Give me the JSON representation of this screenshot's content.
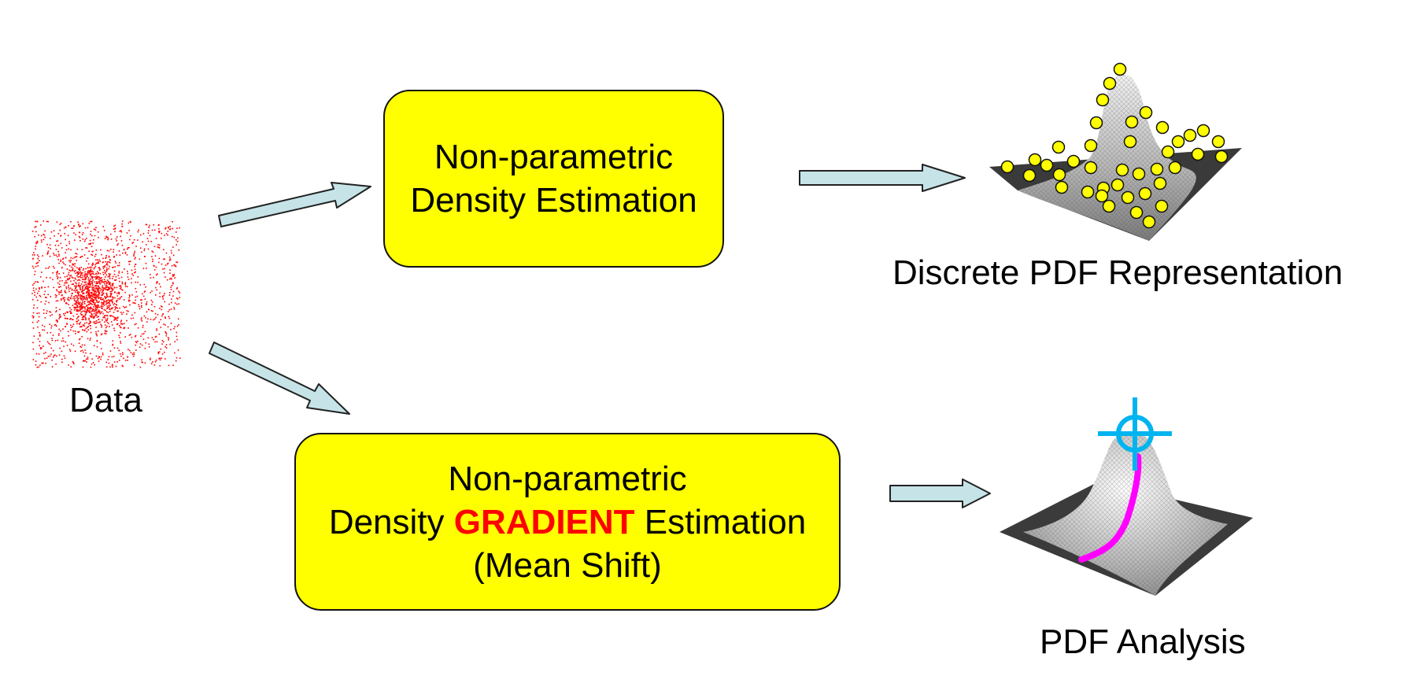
{
  "labels": {
    "data": "Data",
    "discrete": "Discrete PDF Representation",
    "analysis": "PDF Analysis"
  },
  "top_box": {
    "line1": "Non-parametric",
    "line2": "Density Estimation"
  },
  "bottom_box": {
    "line1": "Non-parametric",
    "line2_before": "Density ",
    "line2_emphasis": "GRADIENT",
    "line2_after": " Estimation",
    "line3": "(Mean Shift)"
  },
  "colors": {
    "box_fill": "#ffff00",
    "arrow_fill": "#c6e4e8",
    "points": "#ff0000",
    "emphasis": "#ff0000",
    "sample_dots": "#ffff00",
    "target": "#00b4f0",
    "path": "#ff00ff"
  },
  "icons": {
    "scatter": "data-scatter-plot",
    "surface_discrete": "gaussian-surface-with-sample-dots",
    "surface_analysis": "gaussian-surface-with-mode-target",
    "target": "crosshair-target-icon"
  }
}
